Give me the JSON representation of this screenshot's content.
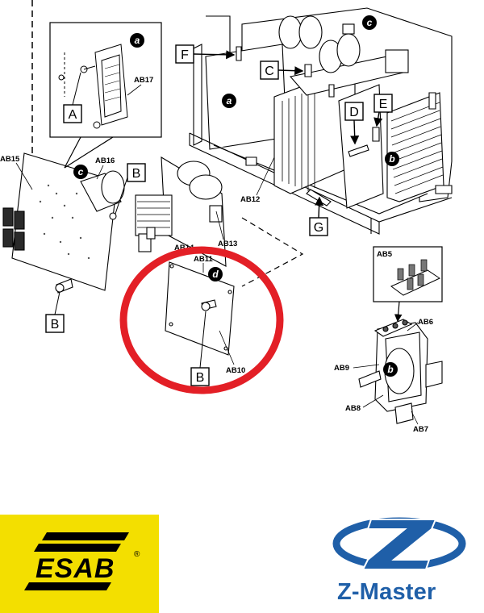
{
  "diagram": {
    "callouts": {
      "a": "a",
      "b": "b",
      "c": "c",
      "d": "d"
    },
    "boxed_labels": {
      "A": "A",
      "B": "B",
      "C": "C",
      "D": "D",
      "E": "E",
      "F": "F",
      "G": "G"
    },
    "part_labels": {
      "AB5": "AB5",
      "AB6": "AB6",
      "AB7": "AB7",
      "AB8": "AB8",
      "AB9": "AB9",
      "AB10": "AB10",
      "AB11": "AB11",
      "AB12": "AB12",
      "AB13": "AB13",
      "AB14": "AB14",
      "AB15": "AB15",
      "AB16": "AB16",
      "AB17": "AB17"
    },
    "highlight_color": "#e31f26"
  },
  "logos": {
    "esab": {
      "text": "ESAB",
      "registered": "®",
      "bg_color": "#f3df00"
    },
    "zmaster": {
      "text": "Z-Master",
      "color": "#1f5fa8"
    }
  }
}
